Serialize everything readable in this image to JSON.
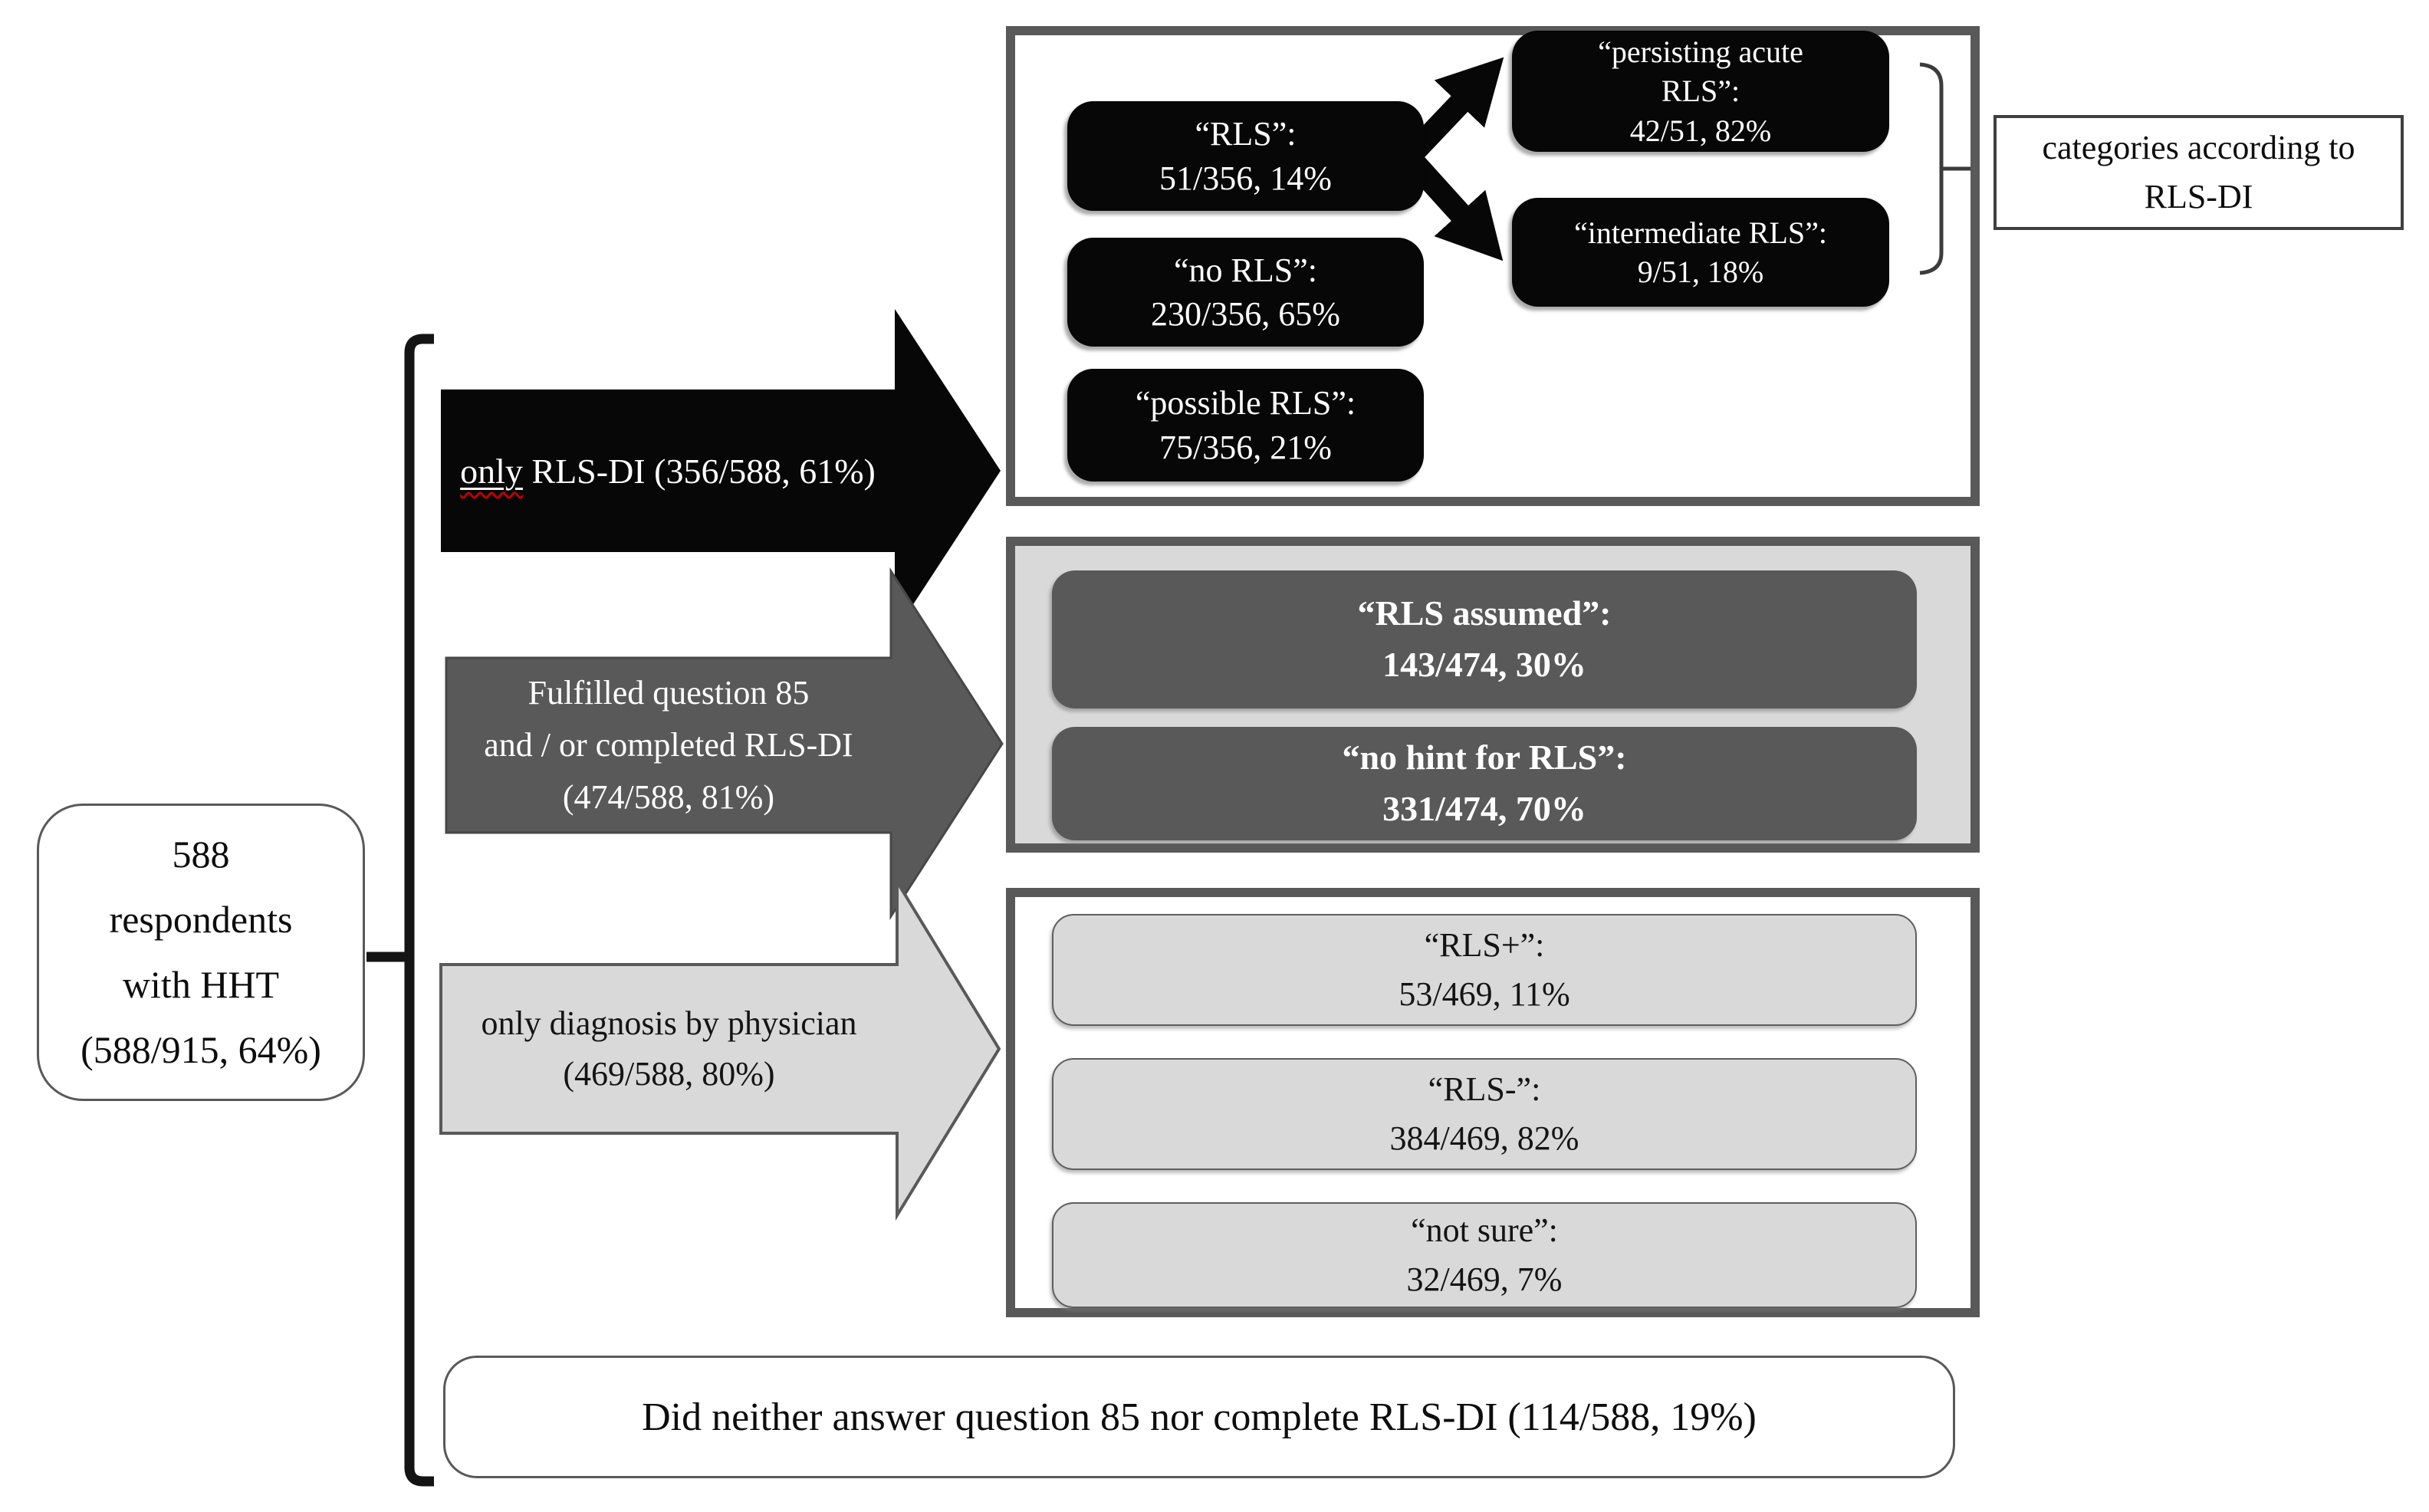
{
  "palette": {
    "black": "#070707",
    "dark_gray": "#595959",
    "light_gray": "#d9d9d9",
    "border_gray": "#595959",
    "spellcheck_red": "#c00000"
  },
  "source_box": {
    "lines": [
      "588",
      "respondents",
      "with HHT",
      "(588/915, 64%)"
    ]
  },
  "branch_rlsdi": {
    "arrow_word": "only",
    "arrow_rest": " RLS-DI (356/588, 61%)",
    "boxes": {
      "rls": {
        "lines": [
          "“RLS”:",
          "51/356, 14%"
        ]
      },
      "no_rls": {
        "lines": [
          "“no RLS”:",
          "230/356, 65%"
        ]
      },
      "possible_rls": {
        "lines": [
          "“possible RLS”:",
          "75/356, 21%"
        ]
      },
      "persisting": {
        "lines": [
          "“persisting acute",
          "RLS”:",
          "42/51, 82%"
        ]
      },
      "intermediate": {
        "lines": [
          "“intermediate RLS”:",
          "9/51, 18%"
        ]
      }
    },
    "side_label": {
      "lines": [
        "categories according to",
        "RLS-DI"
      ]
    }
  },
  "branch_q85": {
    "arrow_lines": [
      "Fulfilled question 85",
      "and / or completed RLS-DI",
      "(474/588, 81%)"
    ],
    "boxes": {
      "assumed": {
        "lines": [
          "“RLS assumed”:",
          "143/474, 30%"
        ]
      },
      "no_hint": {
        "lines": [
          "“no hint for RLS”:",
          "331/474, 70%"
        ]
      }
    }
  },
  "branch_physician": {
    "arrow_lines": [
      "only diagnosis by physician",
      "(469/588, 80%)"
    ],
    "boxes": {
      "rls_plus": {
        "lines": [
          "“RLS+”:",
          "53/469, 11%"
        ]
      },
      "rls_minus": {
        "lines": [
          "“RLS-”:",
          "384/469, 82%"
        ]
      },
      "not_sure": {
        "lines": [
          "“not sure”:",
          "32/469, 7%"
        ]
      }
    }
  },
  "no_answer_note": "Did neither answer question 85 nor complete RLS-DI (114/588, 19%)"
}
